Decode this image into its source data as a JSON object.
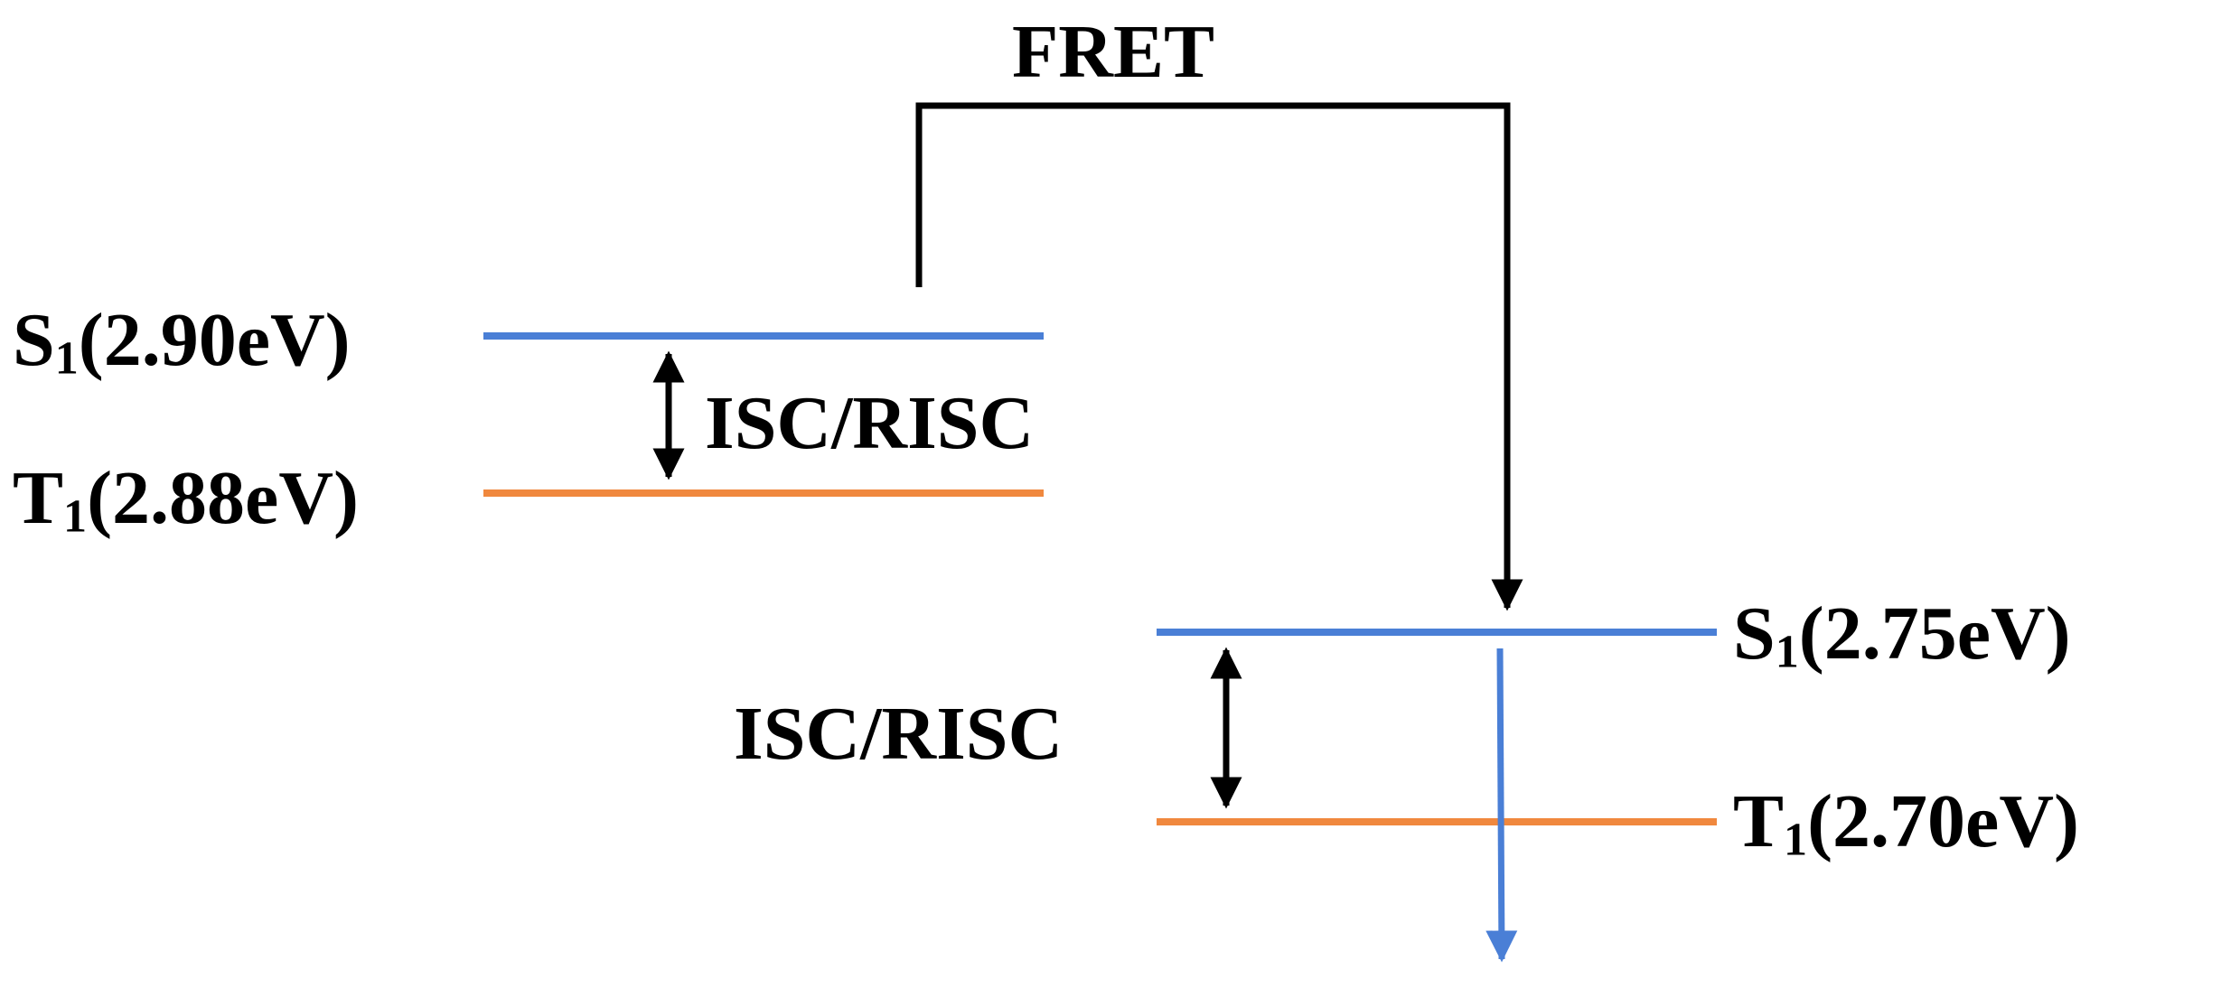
{
  "colors": {
    "singlet": "#4a7fd6",
    "triplet": "#f0883e",
    "arrow": "#000000",
    "emission": "#4a7fd6"
  },
  "fret": {
    "label": "FRET"
  },
  "donor": {
    "s1": {
      "symbol": "S",
      "subscript": "1",
      "energy": "(2.90eV)"
    },
    "t1": {
      "symbol": "T",
      "subscript": "1",
      "energy": "(2.88eV)"
    },
    "process_label": "ISC/RISC"
  },
  "acceptor": {
    "s1": {
      "symbol": "S",
      "subscript": "1",
      "energy": "(2.75eV)"
    },
    "t1": {
      "symbol": "T",
      "subscript": "1",
      "energy": "(2.70eV)"
    },
    "process_label": "ISC/RISC"
  }
}
